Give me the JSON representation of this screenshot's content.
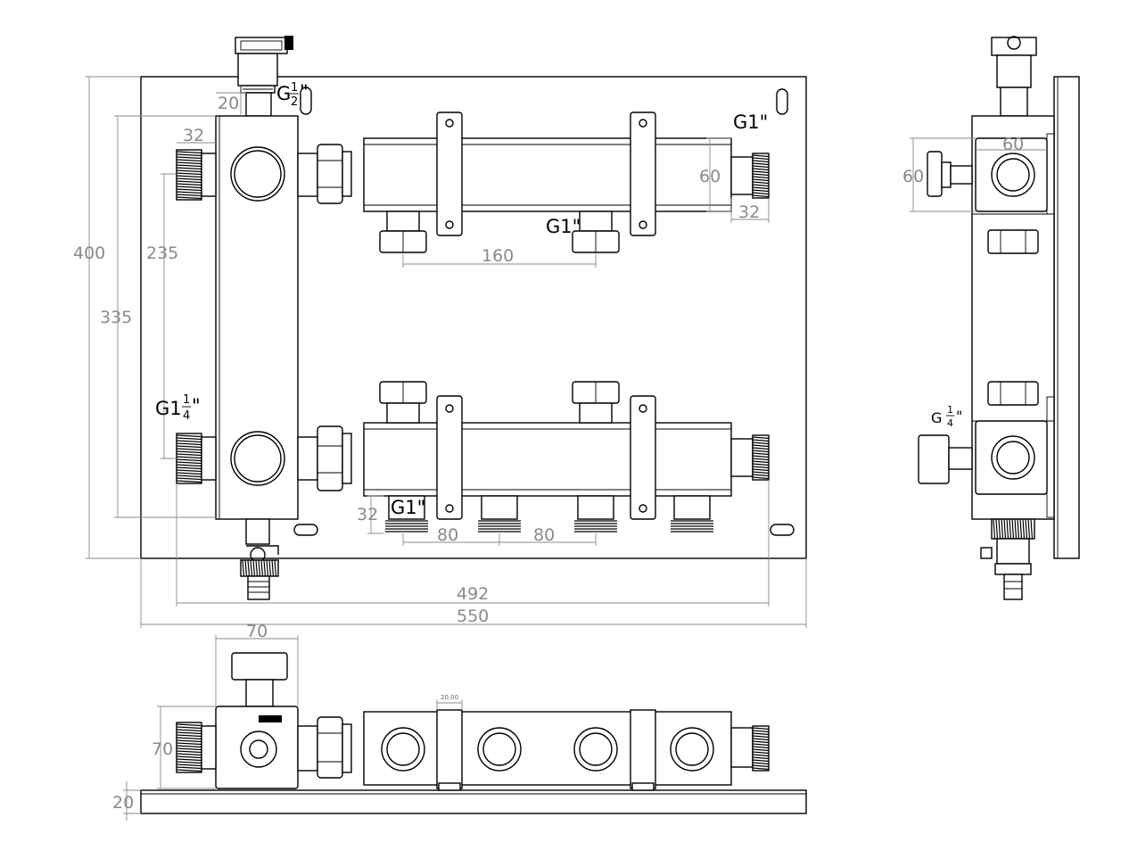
{
  "dimensions": {
    "front_height": "400",
    "column_height": "335",
    "column_spacing": "235",
    "outlet_width": "32",
    "top_stub": "20",
    "upper_width": "60",
    "upper_stub": "32",
    "upper_spacing": "160",
    "lower_stub": "32",
    "lower_spacing_a": "80",
    "lower_spacing_b": "80",
    "width_inner": "492",
    "width_total": "550",
    "side_width": "60",
    "side_height": "60",
    "bottom_width": "70",
    "bottom_height": "70",
    "bottom_plate": "20",
    "clamp_width": "20,00"
  },
  "labels": {
    "top_vent": {
      "main": "G",
      "num": "1",
      "den": "2",
      "suffix": "\""
    },
    "upper_end": "G1\"",
    "upper_branch": "G1\"",
    "lower_left": {
      "main": "G1",
      "num": "1",
      "den": "4",
      "suffix": "\""
    },
    "lower_branch": "G1\"",
    "side_port": {
      "main": "G",
      "num": "1",
      "den": "4",
      "suffix": "\""
    }
  }
}
